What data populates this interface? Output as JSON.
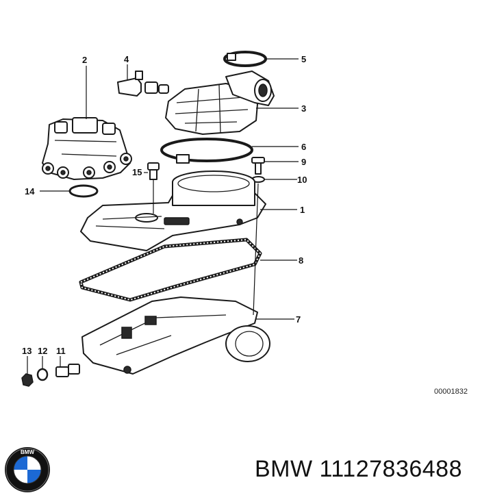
{
  "diagram": {
    "callouts": [
      "1",
      "2",
      "3",
      "4",
      "5",
      "6",
      "7",
      "8",
      "9",
      "10",
      "11",
      "12",
      "13",
      "14",
      "15"
    ],
    "code": "00001832"
  },
  "brand": {
    "logo_text": "BMW",
    "part_label": "BMW 11127836488"
  },
  "colors": {
    "ink": "#1a1a1a",
    "logo_blue": "#1c69d4",
    "logo_black": "#111111"
  }
}
